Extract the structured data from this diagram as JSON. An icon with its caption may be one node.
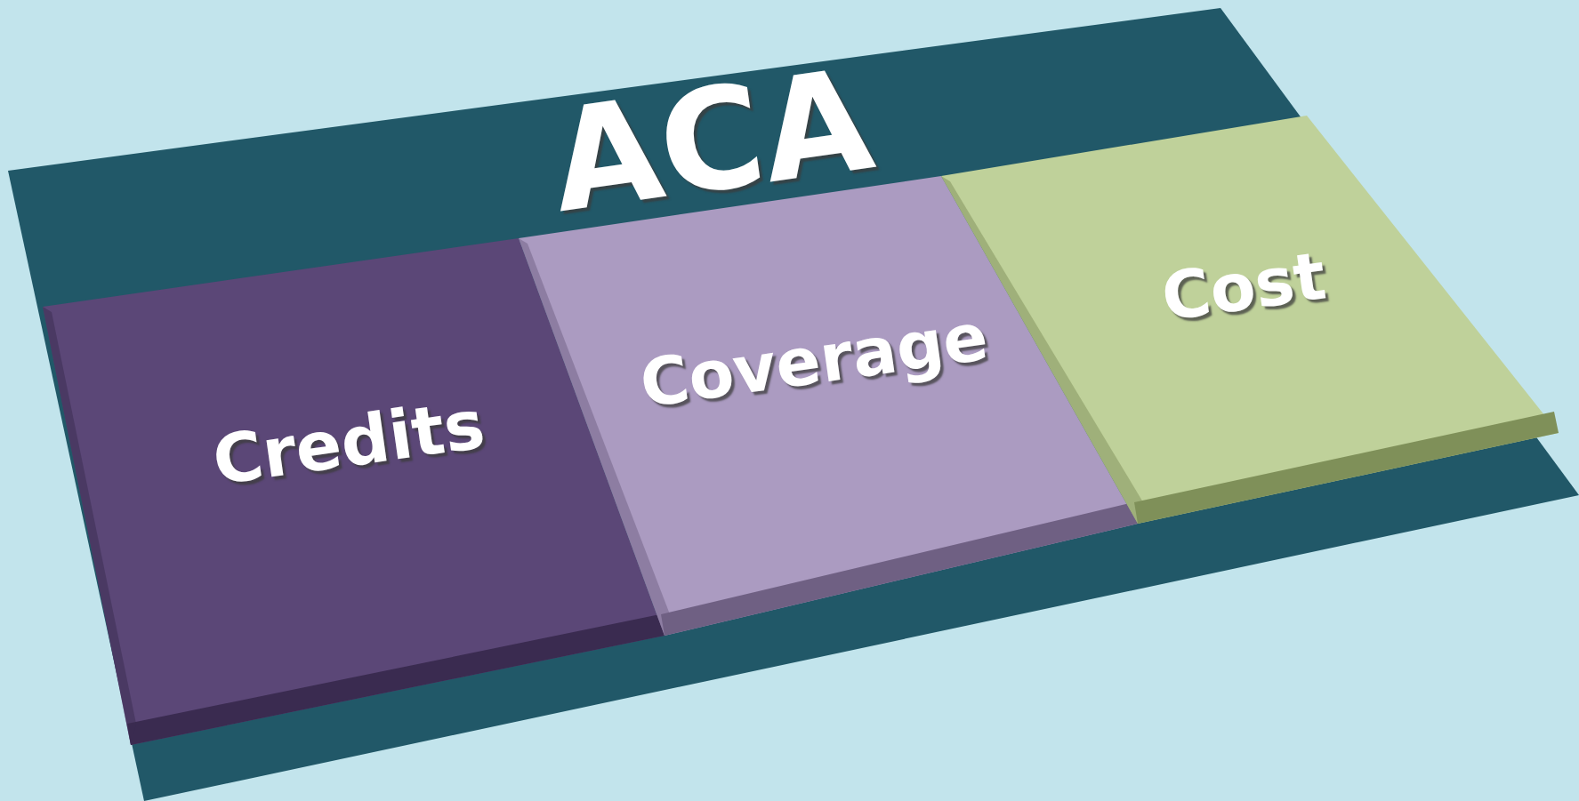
{
  "diagram": {
    "nodes": [
      {
        "text": [
          "ACA"
        ]
      },
      {
        "text": [
          "Credits"
        ],
        "in": 0
      },
      {
        "text": [
          "Coverage"
        ],
        "in": 0
      },
      {
        "text": [
          "Cost"
        ],
        "in": 0
      }
    ]
  }
}
